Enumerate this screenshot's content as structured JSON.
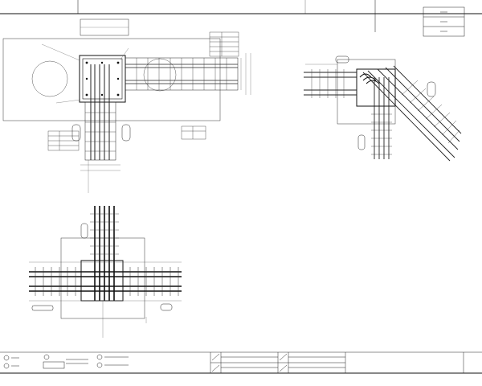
{
  "drawing": {
    "revision_table_rows": 3,
    "colors": {
      "line": "#111111",
      "thin": "#444444",
      "rebar_fill": "#2a2a2a",
      "paper": "#ffffff"
    }
  },
  "views": [
    {
      "id": "plan-top-left"
    },
    {
      "id": "plan-top-right-skew"
    },
    {
      "id": "plan-bottom-left"
    }
  ],
  "legend": {
    "symbols": [
      "section-mark-symbol",
      "detail-mark-symbol",
      "grid-bubble-symbol"
    ]
  }
}
